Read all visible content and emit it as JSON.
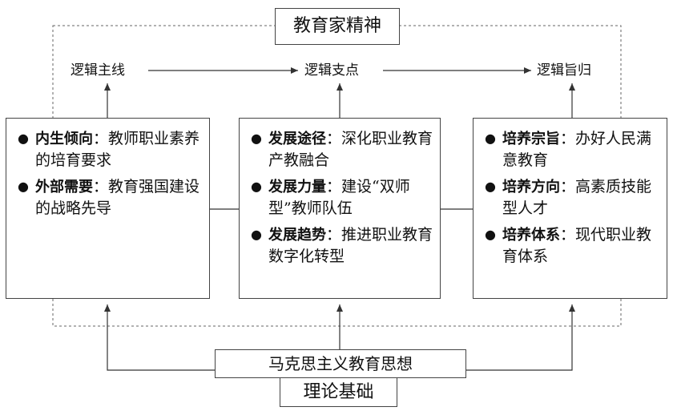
{
  "top_title": "教育家精神",
  "logic": [
    "逻辑主线",
    "逻辑支点",
    "逻辑旨归"
  ],
  "panels": [
    {
      "items": [
        {
          "head": "内生倾向",
          "sep": "：",
          "text": "教师职业素养的培育要求"
        },
        {
          "head": "外部需要",
          "sep": "：",
          "text": "教育强国建设的战略先导"
        }
      ]
    },
    {
      "items": [
        {
          "head": "发展途径",
          "sep": "：",
          "text": "深化职业教育产教融合"
        },
        {
          "head": "发展力量",
          "sep": "：",
          "text": "建设“双师型”教师队伍"
        },
        {
          "head": "发展趋势",
          "sep": "：",
          "text": "推进职业教育数字化转型"
        }
      ]
    },
    {
      "items": [
        {
          "head": "培养宗旨",
          "sep": "：",
          "text": "办好人民满意教育"
        },
        {
          "head": "培养方向",
          "sep": "：",
          "text": "高素质技能型人才"
        },
        {
          "head": "培养体系",
          "sep": "：",
          "text": "现代职业教育体系"
        }
      ]
    }
  ],
  "bottom_upper": "马克思主义教育思想",
  "bottom_lower": "理论基础",
  "bullet": "●"
}
